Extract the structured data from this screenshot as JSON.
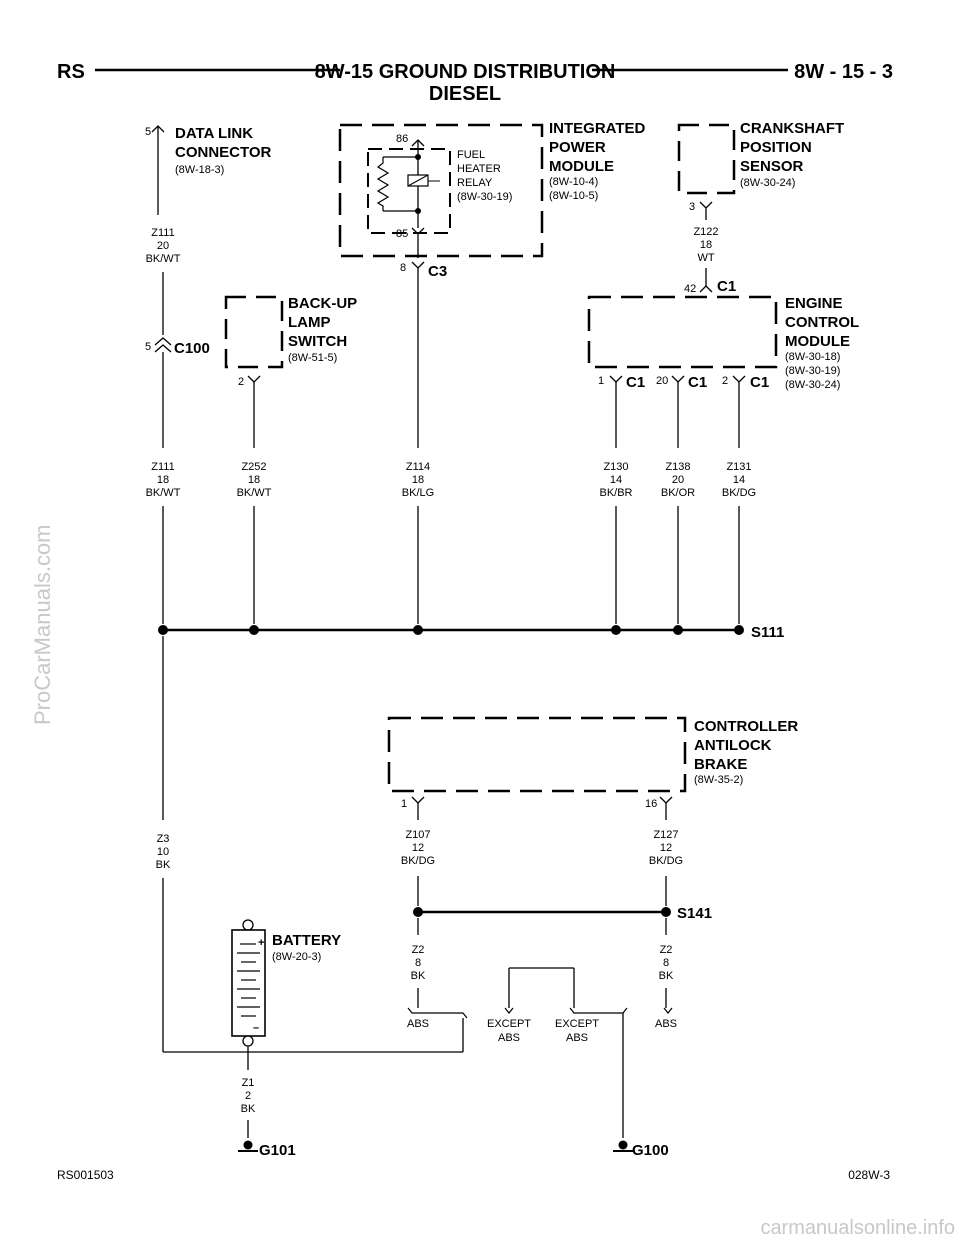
{
  "header": {
    "left": "RS",
    "title_line1": "8W-15 GROUND DISTRIBUTION",
    "title_line2": "DIESEL",
    "right": "8W - 15 - 3"
  },
  "components": {
    "data_link_connector": {
      "name1": "DATA LINK",
      "name2": "CONNECTOR",
      "ref": "(8W-18-3)",
      "pin": "5"
    },
    "ipm": {
      "name1": "INTEGRATED",
      "name2": "POWER",
      "name3": "MODULE",
      "ref1": "(8W-10-4)",
      "ref2": "(8W-10-5)"
    },
    "fuel_heater_relay": {
      "name1": "FUEL",
      "name2": "HEATER",
      "name3": "RELAY",
      "ref": "(8W-30-19)",
      "pin_top": "86",
      "pin_bottom": "85"
    },
    "ckp_sensor": {
      "name1": "CRANKSHAFT",
      "name2": "POSITION",
      "name3": "SENSOR",
      "ref": "(8W-30-24)",
      "pin": "3"
    },
    "backup_switch": {
      "name1": "BACK-UP",
      "name2": "LAMP",
      "name3": "SWITCH",
      "ref": "(8W-51-5)",
      "pin": "2"
    },
    "ecm": {
      "name1": "ENGINE",
      "name2": "CONTROL",
      "name3": "MODULE",
      "ref1": "(8W-30-18)",
      "ref2": "(8W-30-19)",
      "ref3": "(8W-30-24)"
    },
    "abs_controller": {
      "name1": "CONTROLLER",
      "name2": "ANTILOCK",
      "name3": "BRAKE",
      "ref": "(8W-35-2)",
      "pin1": "1",
      "pin2": "16"
    },
    "battery": {
      "name": "BATTERY",
      "ref": "(8W-20-3)",
      "plus": "+",
      "minus": "–"
    }
  },
  "connectors": {
    "c100": {
      "label": "C100",
      "pin": "5"
    },
    "c3": {
      "label": "C3",
      "pin": "8"
    },
    "ecm_c1_top": {
      "label": "C1",
      "pin": "42"
    },
    "ecm_c1_a": {
      "label": "C1",
      "pin": "1"
    },
    "ecm_c1_b": {
      "label": "C1",
      "pin": "20"
    },
    "ecm_c1_c": {
      "label": "C1",
      "pin": "2"
    }
  },
  "wires": {
    "z111_20": {
      "code": "Z111",
      "gauge": "20",
      "color": "BK/WT"
    },
    "z111_18": {
      "code": "Z111",
      "gauge": "18",
      "color": "BK/WT"
    },
    "z252": {
      "code": "Z252",
      "gauge": "18",
      "color": "BK/WT"
    },
    "z114": {
      "code": "Z114",
      "gauge": "18",
      "color": "BK/LG"
    },
    "z122": {
      "code": "Z122",
      "gauge": "18",
      "color": "WT"
    },
    "z130": {
      "code": "Z130",
      "gauge": "14",
      "color": "BK/BR"
    },
    "z138": {
      "code": "Z138",
      "gauge": "20",
      "color": "BK/OR"
    },
    "z131": {
      "code": "Z131",
      "gauge": "14",
      "color": "BK/DG"
    },
    "z3": {
      "code": "Z3",
      "gauge": "10",
      "color": "BK"
    },
    "z107": {
      "code": "Z107",
      "gauge": "12",
      "color": "BK/DG"
    },
    "z127": {
      "code": "Z127",
      "gauge": "12",
      "color": "BK/DG"
    },
    "z2_left": {
      "code": "Z2",
      "gauge": "8",
      "color": "BK"
    },
    "z2_right": {
      "code": "Z2",
      "gauge": "8",
      "color": "BK"
    },
    "z1": {
      "code": "Z1",
      "gauge": "2",
      "color": "BK"
    }
  },
  "splices": {
    "s111": "S111",
    "s141": "S141"
  },
  "grounds": {
    "g101": "G101",
    "g100": "G100"
  },
  "options": {
    "abs_left": "ABS",
    "except_abs_left_1": "EXCEPT",
    "except_abs_left_2": "ABS",
    "except_abs_right_1": "EXCEPT",
    "except_abs_right_2": "ABS",
    "abs_right": "ABS"
  },
  "footer": {
    "left": "RS001503",
    "right": "028W-3"
  },
  "watermarks": {
    "side": "ProCarManuals.com",
    "bottom": "carmanualsonline.info"
  }
}
